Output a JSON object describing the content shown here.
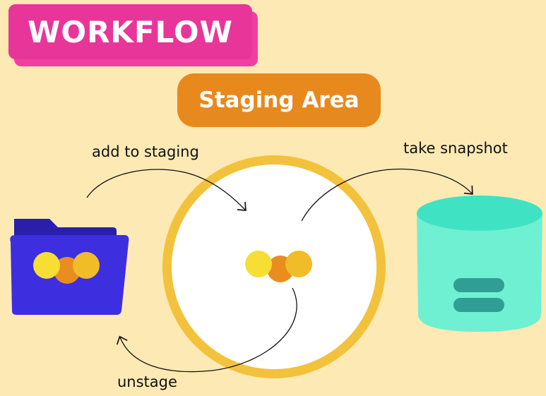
{
  "title": "WORKFLOW",
  "staging": {
    "label": "Staging Area"
  },
  "arrows": {
    "add": "add to staging",
    "snapshot": "take snapshot",
    "unstage": "unstage"
  },
  "colors": {
    "background": "#fde9b4",
    "title_bg": "#e8359a",
    "staging_pill": "#e8891e",
    "ring": "#f3c23c",
    "folder": "#3d2ee0",
    "database": "#6ff0d2",
    "dot_yellow": "#f6de35",
    "dot_orange": "#ea8d1f",
    "dot_gold": "#f0bc27"
  },
  "icons": [
    "folder-icon",
    "staging-circle-icon",
    "database-icon"
  ]
}
